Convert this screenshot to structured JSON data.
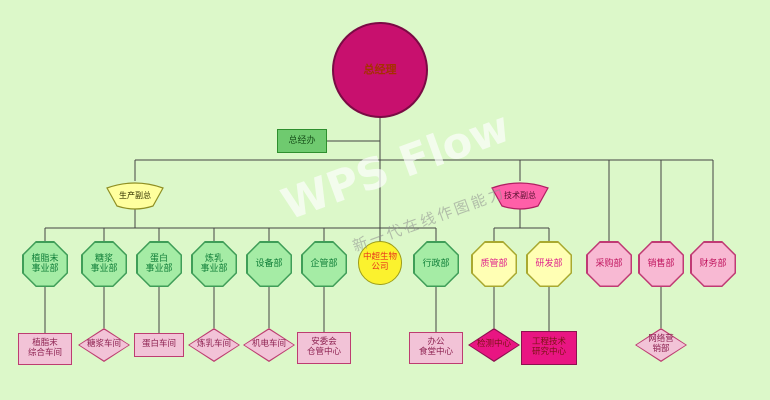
{
  "watermark": {
    "title": "WPS Flow",
    "subtitle": "新一代在线作图能力"
  },
  "colors": {
    "background": "#dcf8c9",
    "root_fill": "#c8106e",
    "gm_office_fill": "#6fca6f",
    "vp_production_fill": "#ffff9e",
    "vp_technology_fill": "#ff5fa8",
    "dept_green_fill": "#a5eca5",
    "dept_yellow_fill": "#ffffb4",
    "dept_pink_fill": "#f8b9d3",
    "company_circle_fill": "#fbf22e",
    "unit_pink_fill": "#f2c3d7",
    "highlight_magenta_fill": "#e91582",
    "connector": "#444444"
  },
  "org": {
    "root": {
      "label": "总经理"
    },
    "staff": {
      "label": "总经办"
    },
    "vps": [
      {
        "label": "生产副总"
      },
      {
        "label": "技术副总"
      }
    ],
    "departments": [
      {
        "label": "植脂末\n事业部"
      },
      {
        "label": "糖浆\n事业部"
      },
      {
        "label": "蛋白\n事业部"
      },
      {
        "label": "炼乳\n事业部"
      },
      {
        "label": "设备部"
      },
      {
        "label": "企管部"
      },
      {
        "label": "中超生物\n公司"
      },
      {
        "label": "行政部"
      },
      {
        "label": "质管部"
      },
      {
        "label": "研发部"
      },
      {
        "label": "采购部"
      },
      {
        "label": "销售部"
      },
      {
        "label": "财务部"
      }
    ],
    "units": [
      {
        "label": "植脂末\n综合车间"
      },
      {
        "label": "糖浆车间"
      },
      {
        "label": "蛋白车间"
      },
      {
        "label": "炼乳车间"
      },
      {
        "label": "机电车间"
      },
      {
        "label": "安委会\n仓管中心"
      },
      {
        "label": "办公\n食堂中心"
      },
      {
        "label": "检测中心"
      },
      {
        "label": "工程技术\n研究中心"
      },
      {
        "label": "网络营\n销部"
      }
    ]
  }
}
